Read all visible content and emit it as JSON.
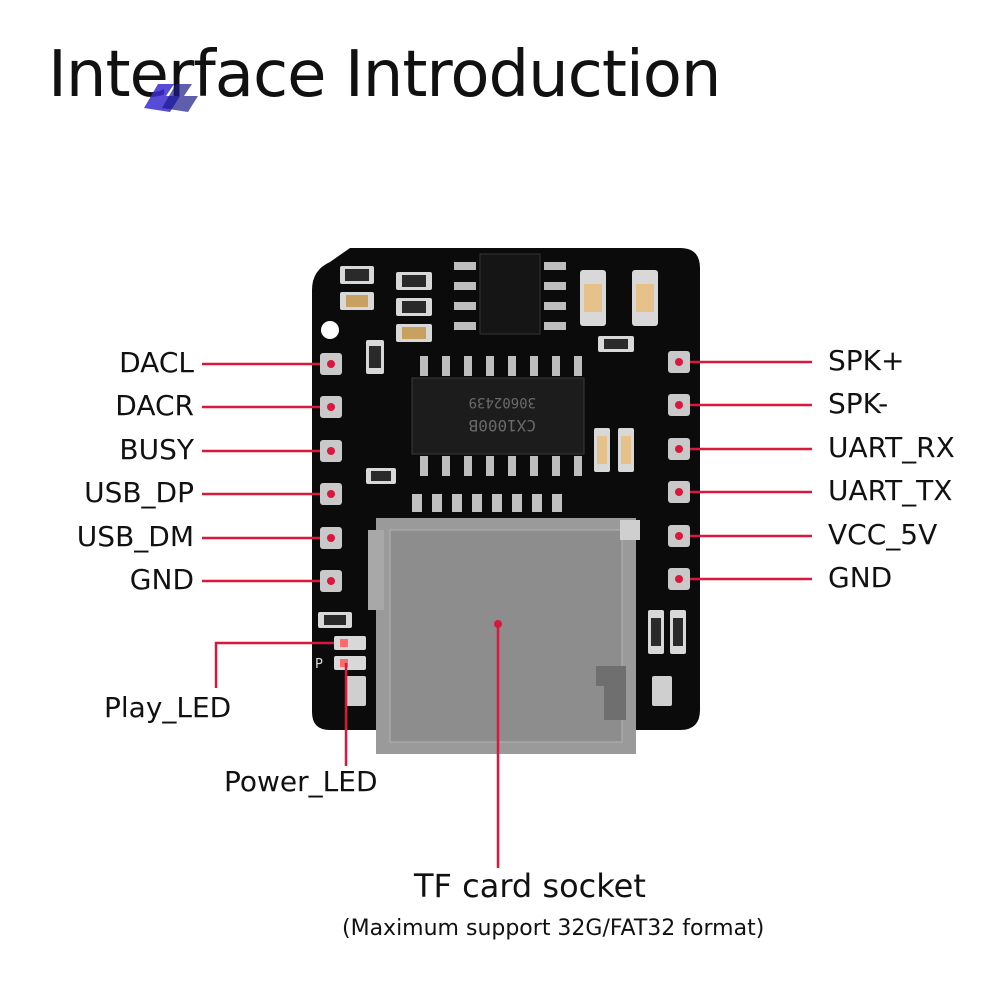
{
  "title": "Interface Introduction",
  "left_pins": [
    "DACL",
    "DACR",
    "BUSY",
    "USB_DP",
    "USB_DM",
    "GND"
  ],
  "right_pins": [
    "SPK+",
    "SPK-",
    "UART_RX",
    "UART_TX",
    "VCC_5V",
    "GND"
  ],
  "leds": {
    "play": "Play_LED",
    "power": "Power_LED"
  },
  "tf": {
    "label": "TF card socket",
    "note": "(Maximum support 32G/FAT32 format)"
  },
  "chip_markings": {
    "ic": "CX1000B",
    "ic_code": "30602439"
  },
  "silkscreen": {
    "p": "P"
  },
  "colors": {
    "leader": "#d8193b",
    "board": "#0a0a0a",
    "pad": "#c9c9c9",
    "socket": "#9a9a9a"
  }
}
